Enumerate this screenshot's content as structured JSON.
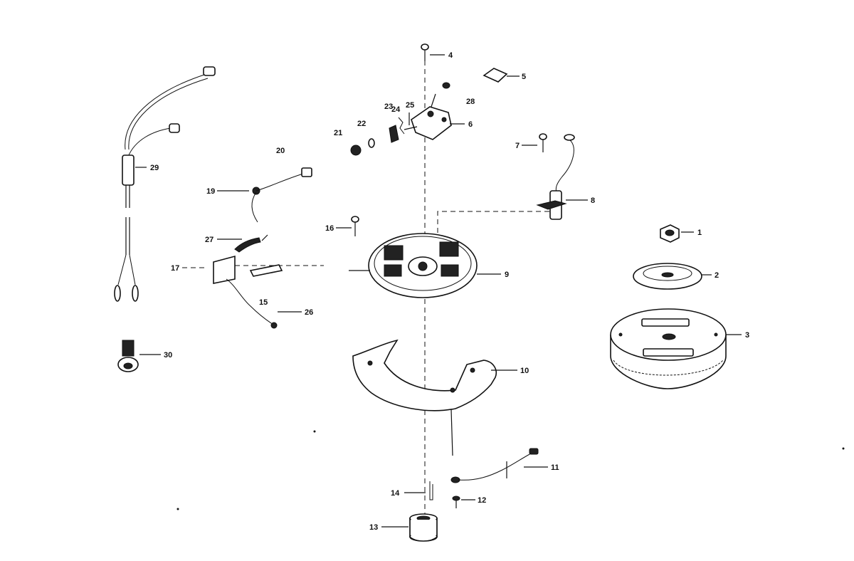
{
  "diagram": {
    "labels": {
      "p1": "1",
      "p2": "2",
      "p3": "3",
      "p4": "4",
      "p5": "5",
      "p6": "6",
      "p7": "7",
      "p8": "8",
      "p9": "9",
      "p10": "10",
      "p11": "11",
      "p12": "12",
      "p13": "13",
      "p14": "14",
      "p15": "15",
      "p16": "16",
      "p17": "17",
      "p19": "19",
      "p20": "20",
      "p21": "21",
      "p22": "22",
      "p23": "23",
      "p24": "24",
      "p25": "25",
      "p26": "26",
      "p27": "27",
      "p28": "28",
      "p29": "29",
      "p30": "30"
    }
  }
}
